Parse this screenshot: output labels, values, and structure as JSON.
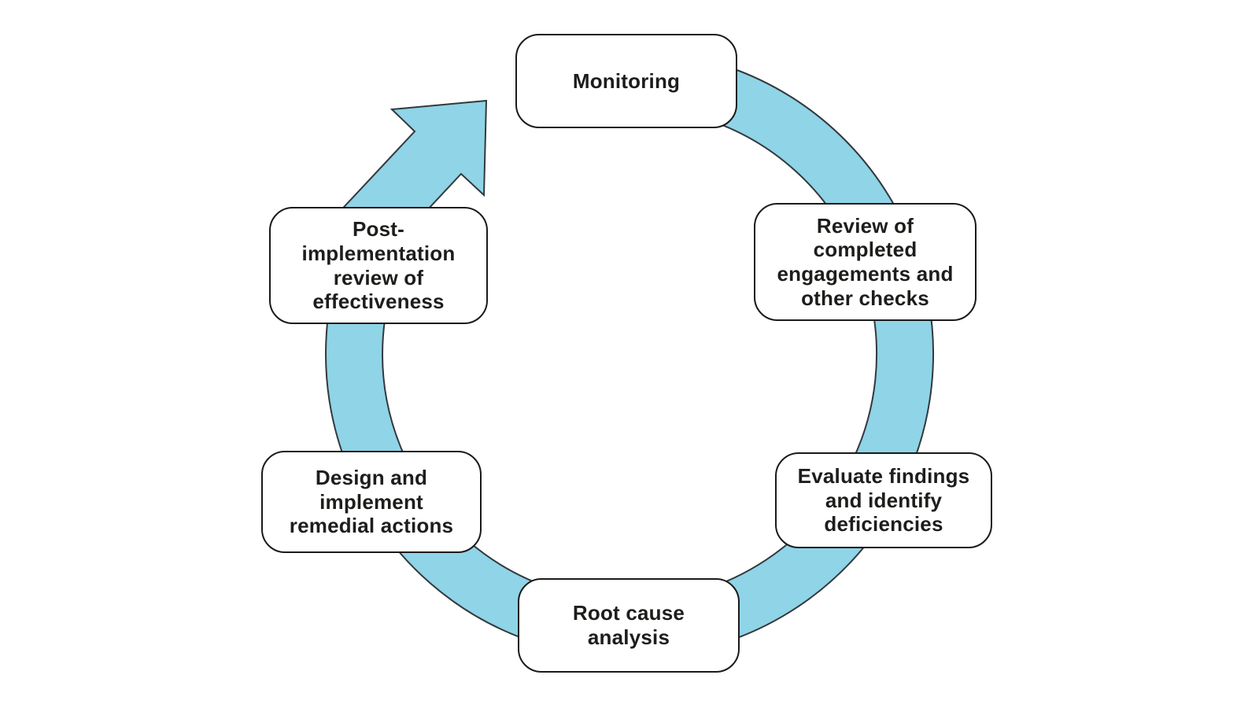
{
  "diagram": {
    "type": "cycle",
    "direction": "clockwise",
    "colors": {
      "band_fill": "#8fd4e7",
      "band_outline": "#33383d",
      "box_fill": "#ffffff",
      "box_border": "#1a1a1a",
      "text": "#1d1d1b",
      "background": "#ffffff"
    },
    "nodes": [
      {
        "id": "monitoring",
        "label": "Monitoring"
      },
      {
        "id": "review",
        "label": "Review of\ncompleted\nengagements and\nother checks"
      },
      {
        "id": "evaluate",
        "label": "Evaluate findings\nand identify\ndeficiencies"
      },
      {
        "id": "root-cause",
        "label": "Root cause analysis"
      },
      {
        "id": "design",
        "label": "Design and\nimplement\nremedial actions"
      },
      {
        "id": "post-implementation",
        "label": "Post-\nimplementation\nreview of\neffectiveness"
      }
    ]
  }
}
